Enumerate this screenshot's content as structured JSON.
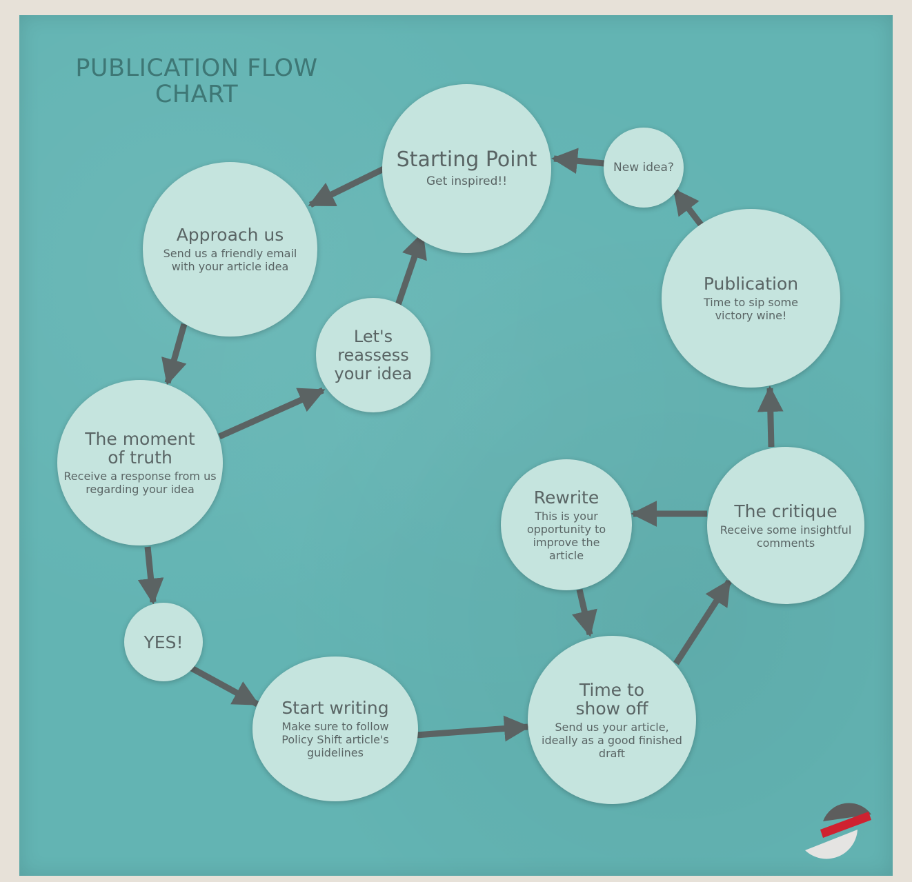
{
  "title": {
    "line1": "PUBLICATION FLOW",
    "line2": "CHART"
  },
  "colors": {
    "background": "#63b4b3",
    "node": "#c5e4de",
    "arrow": "#5b6363",
    "title": "#3e7775",
    "logo_red": "#cf2230"
  },
  "nodes": {
    "starting": {
      "title": "Starting Point",
      "desc": "Get inspired!!"
    },
    "approach": {
      "title": "Approach us",
      "desc": "Send us a friendly email with your article idea"
    },
    "moment": {
      "title": "The moment of truth",
      "desc": "Receive a response from us regarding your idea"
    },
    "reassess": {
      "title": "Let's reassess your idea"
    },
    "yes": {
      "title": "YES!"
    },
    "writing": {
      "title": "Start writing",
      "desc": "Make sure to follow Policy Shift article's guidelines"
    },
    "showoff": {
      "title": "Time to show off",
      "desc": "Send us your article, ideally as a good finished draft"
    },
    "rewrite": {
      "title": "Rewrite",
      "desc": "This is your opportunity to improve the article"
    },
    "critique": {
      "title": "The critique",
      "desc": "Receive some insightful comments"
    },
    "publication": {
      "title": "Publication",
      "desc": "Time to sip some victory wine!"
    },
    "newidea": {
      "title": "New idea?"
    }
  },
  "icons": {
    "logo": "semicircle-logo-icon"
  }
}
